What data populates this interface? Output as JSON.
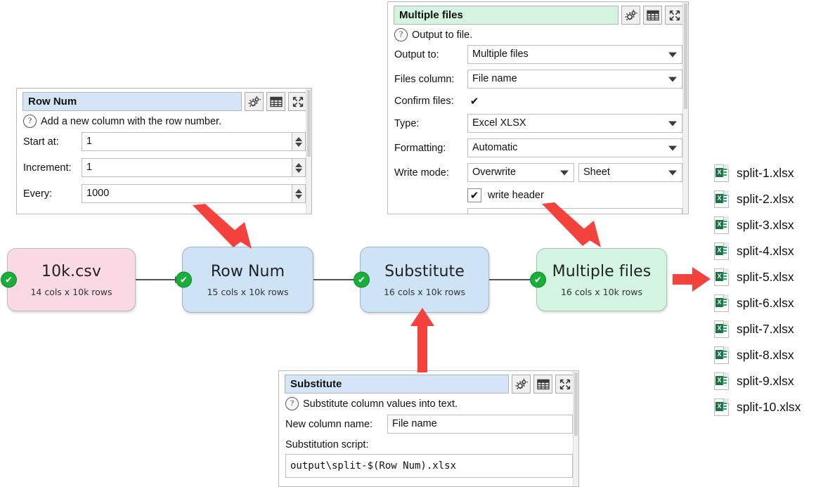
{
  "panels": {
    "row_num": {
      "title": "Row Num",
      "description": "Add a new column with the row number.",
      "fields": [
        {
          "label": "Start at:",
          "value": "1",
          "kind": "spinner"
        },
        {
          "label": "Increment:",
          "value": "1",
          "kind": "spinner"
        },
        {
          "label": "Every:",
          "value": "1000",
          "kind": "spinner"
        }
      ],
      "toolbar": [
        "gear-icon",
        "table-icon",
        "expand-icon"
      ]
    },
    "multiple_files": {
      "title": "Multiple files",
      "description": "Output to file.",
      "fields": [
        {
          "label": "Output to:",
          "value": "Multiple files",
          "kind": "combo"
        },
        {
          "label": "Files column:",
          "value": "File name",
          "kind": "combo"
        },
        {
          "label": "Confirm files:",
          "value": "✔",
          "kind": "checkbox"
        },
        {
          "label": "Type:",
          "value": "Excel XLSX",
          "kind": "combo"
        },
        {
          "label": "Formatting:",
          "value": "Automatic",
          "kind": "combo"
        },
        {
          "label": "Write mode:",
          "value": "Overwrite",
          "value2": "Sheet",
          "kind": "combo2"
        },
        {
          "label": "",
          "value": "✔",
          "text": "write header",
          "kind": "checkbox-label"
        }
      ],
      "toolbar": [
        "gear-icon",
        "table-icon",
        "expand-icon"
      ]
    },
    "substitute": {
      "title": "Substitute",
      "description": "Substitute column values into text.",
      "new_column_label": "New column name:",
      "new_column_value": "File name",
      "script_label": "Substitution script:",
      "script_value": "output\\split-$(Row Num).xlsx",
      "toolbar": [
        "gear-icon",
        "table-icon",
        "expand-icon"
      ]
    }
  },
  "flow": {
    "nodes": [
      {
        "name": "10k.csv",
        "sub": "14 cols x 10k rows",
        "color": "pink",
        "status": "✔"
      },
      {
        "name": "Row Num",
        "sub": "15 cols x 10k rows",
        "color": "blue",
        "status": "✔"
      },
      {
        "name": "Substitute",
        "sub": "16 cols x 10k rows",
        "color": "blue",
        "status": "✔"
      },
      {
        "name": "Multiple files",
        "sub": "16 cols x 10k rows",
        "color": "green",
        "status": "✔"
      }
    ]
  },
  "files": [
    {
      "name": "split-1.xlsx"
    },
    {
      "name": "split-2.xlsx"
    },
    {
      "name": "split-3.xlsx"
    },
    {
      "name": "split-4.xlsx"
    },
    {
      "name": "split-5.xlsx"
    },
    {
      "name": "split-6.xlsx"
    },
    {
      "name": "split-7.xlsx"
    },
    {
      "name": "split-8.xlsx"
    },
    {
      "name": "split-9.xlsx"
    },
    {
      "name": "split-10.xlsx"
    }
  ],
  "icon_labels": {
    "excel": "X"
  },
  "colors": {
    "accent_red": "#f5423c",
    "node_pink": "#fbdae6",
    "node_blue": "#cfe3f7",
    "node_green": "#d4f5e1",
    "status_green": "#1aad3a",
    "title_blue": "#d3e5f7",
    "title_green": "#d6f5e1"
  }
}
